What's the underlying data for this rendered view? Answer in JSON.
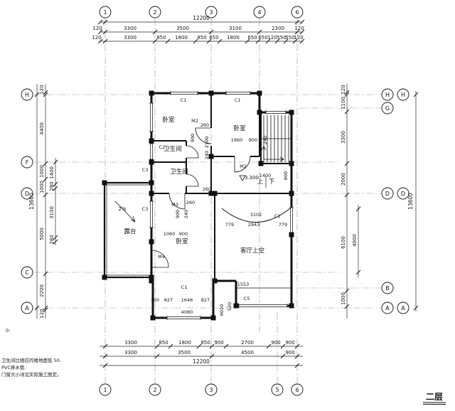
{
  "drawing_title": "二层",
  "axes": {
    "top": [
      "1",
      "2",
      "3",
      "4",
      "6"
    ],
    "bottom": [
      "1",
      "2",
      "3",
      "5",
      "6"
    ],
    "left": [
      "H",
      "F",
      "D",
      "C",
      "A"
    ],
    "right_inner": [
      "H",
      "G",
      "D",
      "B",
      "A"
    ],
    "right_outer": [
      "H",
      "D",
      "A"
    ]
  },
  "dims": {
    "top_total": "12200",
    "top_major": [
      "120",
      "3300",
      "3500",
      "3100",
      "2300",
      "120"
    ],
    "top_minor": [
      "120",
      "3300",
      "850",
      "1800",
      "850",
      "650",
      "1800",
      "650",
      "650",
      "120",
      "550",
      "550",
      "120"
    ],
    "bottom_minor": [
      "3300",
      "850",
      "1800",
      "850",
      "900",
      "2700",
      "900",
      "900"
    ],
    "bottom_major": [
      "3300",
      "3500",
      "4500",
      "900"
    ],
    "bottom_total": "12200",
    "left_total": "13600",
    "left_major": [
      "120",
      "4400",
      "1000",
      "1000",
      "5000",
      "2200",
      "120"
    ],
    "left_minor": [
      "1400",
      "280",
      "3100",
      "280"
    ],
    "right_total": "13600",
    "right_minor": [
      "120",
      "1100",
      "3300",
      "2000",
      "6100",
      "1000"
    ],
    "right_major": [
      "4000"
    ]
  },
  "plan": {
    "rooms": [
      "卧室",
      "卧室",
      "卫生间",
      "卫生间",
      "露台",
      "卧室",
      "客厅上空"
    ],
    "stair_up": "上",
    "stair_down": "下",
    "slope": "2%",
    "level": "3.300",
    "tags": [
      "C1",
      "C1",
      "M2",
      "C2",
      "C3",
      "M2",
      "C3",
      "M3",
      "M4",
      "C1",
      "C5",
      "C1"
    ],
    "dims_h": [
      "260",
      "1960",
      "900",
      "1400",
      "3102",
      "2943",
      "779",
      "779",
      "1060",
      "900",
      "260",
      "827",
      "1646",
      "827",
      "100",
      "1553",
      "4080",
      "260"
    ],
    "dims_v": [
      "2100",
      "900",
      "240",
      "240",
      "800",
      "900",
      "240",
      "8020",
      "520"
    ]
  },
  "notes": [
    "0:",
    "卫生间比相应的楼地面低 50.",
    "PVC排水管.",
    "门窗大小详见实际施工图定。"
  ]
}
